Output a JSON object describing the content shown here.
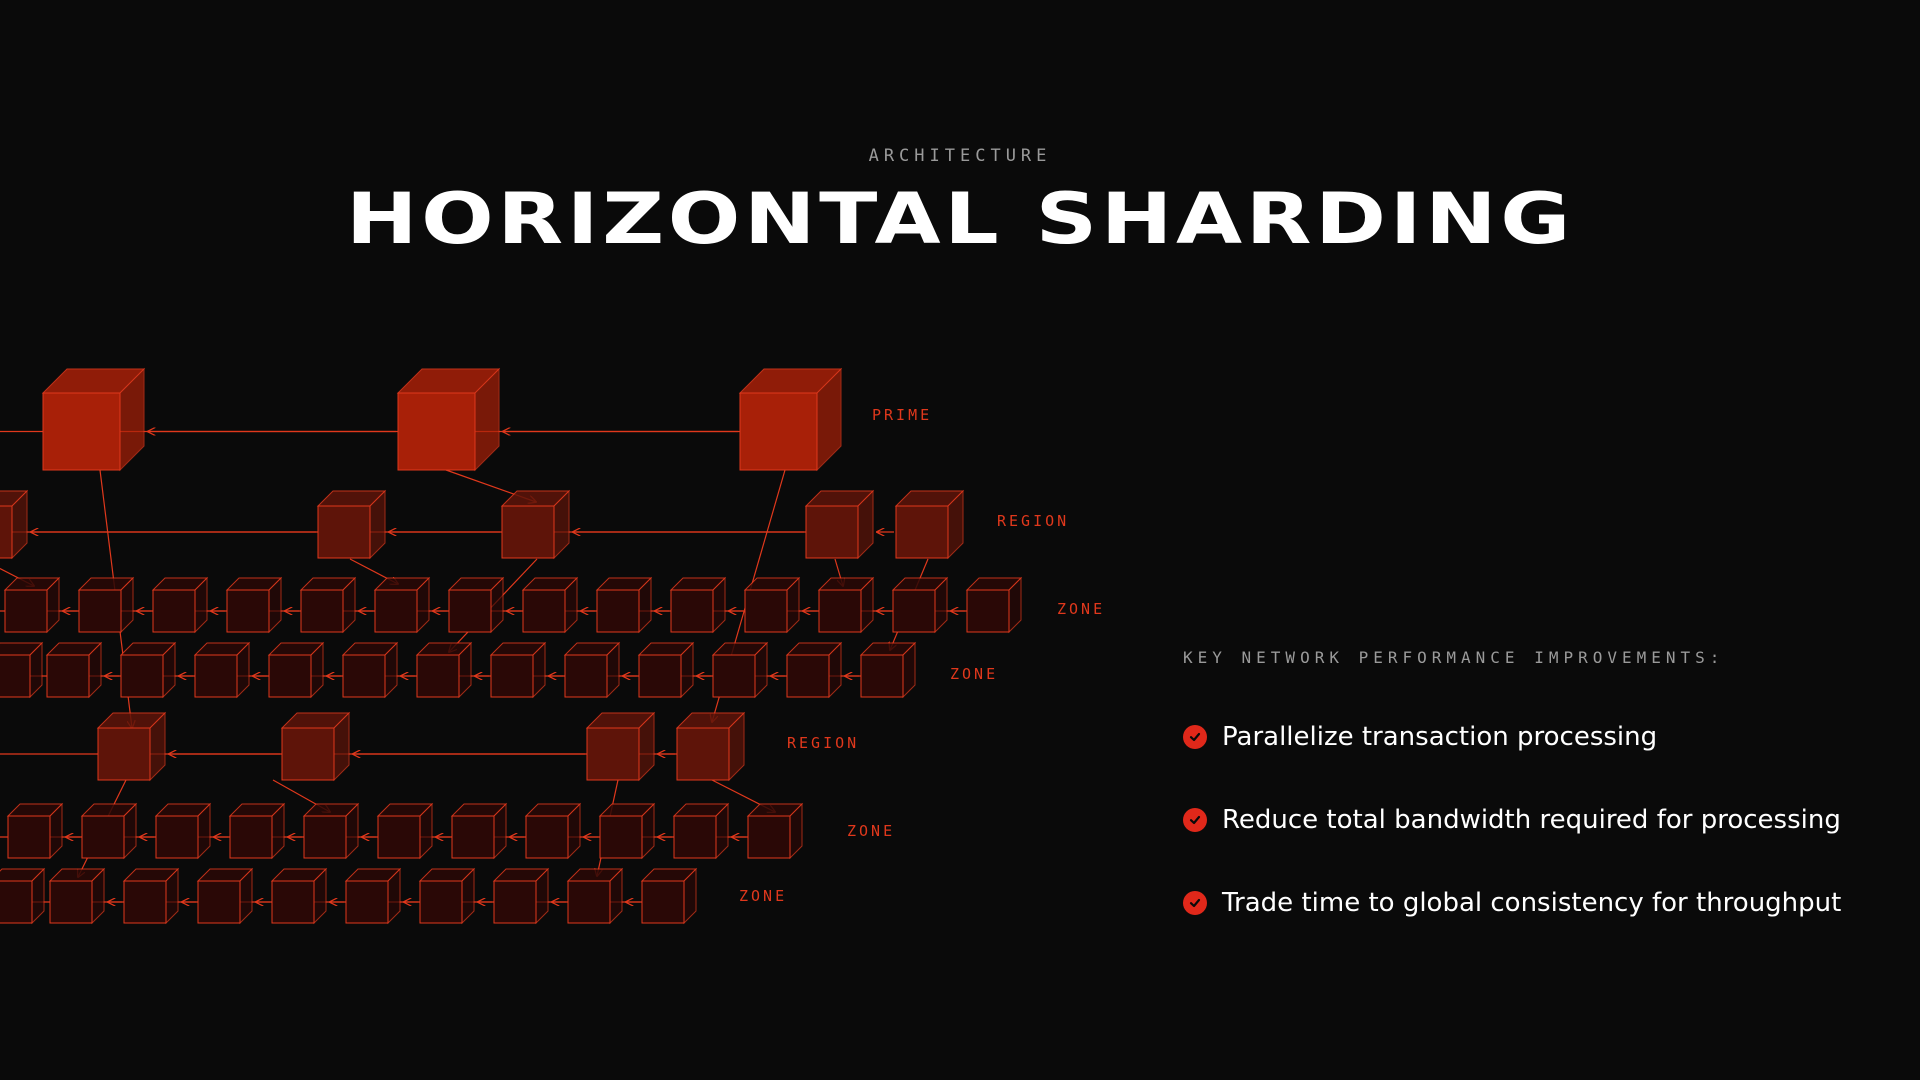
{
  "header": {
    "eyebrow": "ARCHITECTURE",
    "title": "HORIZONTAL SHARDING"
  },
  "diagram": {
    "levels": [
      {
        "label": "PRIME"
      },
      {
        "label": "REGION"
      },
      {
        "label": "ZONE"
      },
      {
        "label": "ZONE"
      },
      {
        "label": "REGION"
      },
      {
        "label": "ZONE"
      },
      {
        "label": "ZONE"
      }
    ],
    "colors": {
      "accent": "#e0381c",
      "prime_fill": "#a82008",
      "region_fill": "#5e1409",
      "zone_fill": "#2a0806"
    }
  },
  "side_panel": {
    "heading": "KEY NETWORK PERFORMANCE IMPROVEMENTS:",
    "items": [
      {
        "text": "Parallelize transaction processing",
        "icon": "check-circle-icon"
      },
      {
        "text": "Reduce total bandwidth required for processing",
        "icon": "check-circle-icon"
      },
      {
        "text": "Trade time to global consistency for throughput",
        "icon": "check-circle-icon"
      }
    ]
  }
}
